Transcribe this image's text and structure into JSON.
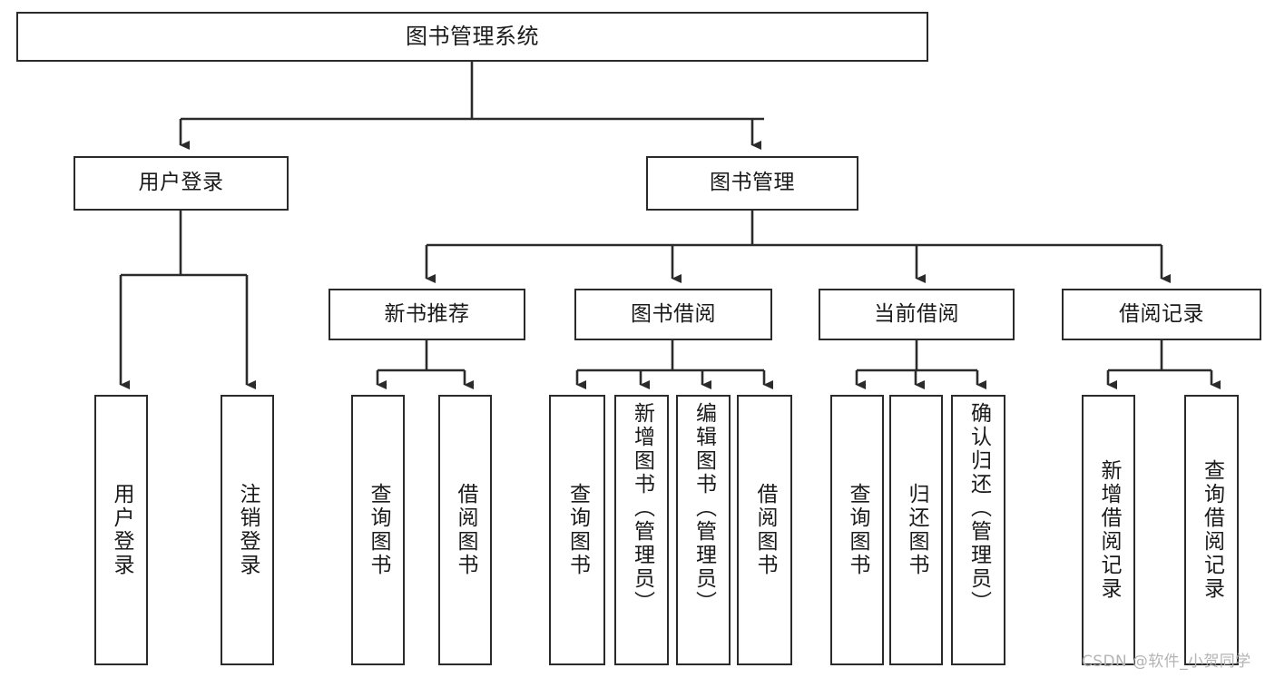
{
  "diagram": {
    "title": "图书管理系统",
    "type": "tree-hierarchy-diagram",
    "root": {
      "label": "图书管理系统"
    },
    "level2": [
      {
        "label": "用户登录"
      },
      {
        "label": "图书管理"
      }
    ],
    "level3": [
      {
        "label": "新书推荐"
      },
      {
        "label": "图书借阅"
      },
      {
        "label": "当前借阅"
      },
      {
        "label": "借阅记录"
      }
    ],
    "leaves": {
      "user_login": [
        {
          "label": "用户登录"
        },
        {
          "label": "注销登录"
        }
      ],
      "new_book_recommend": [
        {
          "label": "查询图书"
        },
        {
          "label": "借阅图书"
        }
      ],
      "book_borrow": [
        {
          "label": "查询图书"
        },
        {
          "label": "新增图书（管理员）"
        },
        {
          "label": "编辑图书（管理员）"
        },
        {
          "label": "借阅图书"
        }
      ],
      "current_borrow": [
        {
          "label": "查询图书"
        },
        {
          "label": "归还图书"
        },
        {
          "label": "确认归还（管理员）"
        }
      ],
      "borrow_record": [
        {
          "label": "新增借阅记录"
        },
        {
          "label": "查询借阅记录"
        }
      ]
    }
  },
  "watermark": {
    "text": "CSDN @软件_小贺同学"
  },
  "colors": {
    "stroke": "#2b2b2b",
    "fill": "#ffffff",
    "text": "#1a1a1a",
    "watermark": "#b4b4b4"
  }
}
